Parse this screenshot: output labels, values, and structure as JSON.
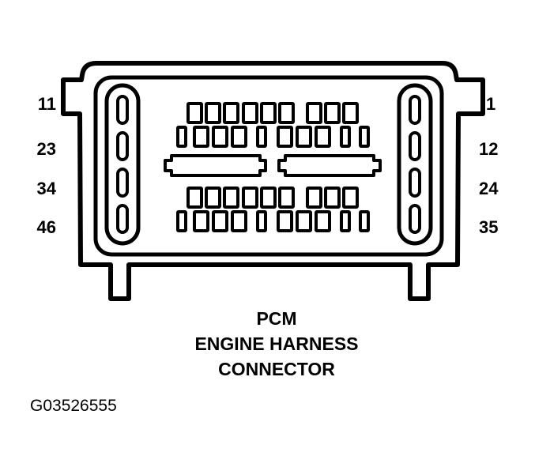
{
  "pin_labels": {
    "left": [
      "11",
      "23",
      "34",
      "46"
    ],
    "right": [
      "1",
      "12",
      "24",
      "35"
    ]
  },
  "caption": {
    "line1": "PCM",
    "line2": "ENGINE HARNESS",
    "line3": "CONNECTOR"
  },
  "figure_id": "G03526555",
  "colors": {
    "ink": "#000000",
    "background": "#ffffff"
  }
}
